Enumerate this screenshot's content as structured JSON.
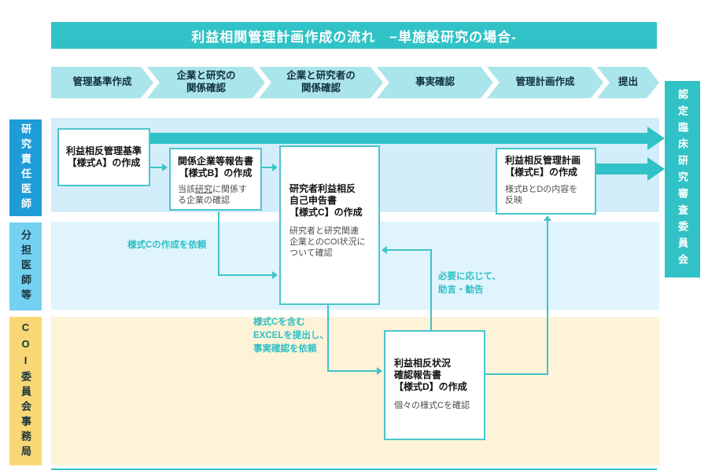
{
  "title": "利益相関管理計画作成の流れ　−単施設研究の場合-",
  "steps": [
    "管理基準作成",
    "企業と研究の\n関係確認",
    "企業と研究者の\n関係確認",
    "事実確認",
    "管理計画作成",
    "提出"
  ],
  "lanes": [
    {
      "label": "研究責任医師"
    },
    {
      "label": "分担医師等"
    },
    {
      "label": "COI委員会事務局"
    }
  ],
  "committee": {
    "label": "認定臨床研究審査委員会"
  },
  "boxes": {
    "a": {
      "title": "利益相反管理基準\n【様式A】の作成"
    },
    "b": {
      "title": "関係企業等報告書\n【様式B】の作成",
      "note_pre": "当該",
      "note_underlined": "研究",
      "note_post": "に関係す\nる企業の確認"
    },
    "c": {
      "title": "研究者利益相反\n自己申告書\n【様式C】の作成",
      "note": "研究者と研究関連\n企業とのCOI状況に\nついて確認"
    },
    "d": {
      "title": "利益相反状況\n確認報告書\n【様式D】の作成",
      "note": "個々の様式Cを確認"
    },
    "e": {
      "title": "利益相反管理計画\n【様式E】の作成",
      "note": "様式BとDの内容を\n反映"
    }
  },
  "annotations": {
    "request_c": "様式Cの作成を依頼",
    "submit_excel": "様式Cを含む\nEXCELを提出し、\n事実確認を依頼",
    "advice": "必要に応じて、\n助言・勧告"
  },
  "colors": {
    "teal": "#30c2c6",
    "line": "#3fc3c8",
    "chevron": "#a9e5ea",
    "chevron_text": "#122f3d",
    "band1": "#d4edfa",
    "band2": "#dff4fc",
    "band3": "#fcf3d8",
    "lane1": "#1e9cd8",
    "lane2": "#74d1f1",
    "lane3": "#f9d775",
    "box_border": "#4ac6cd",
    "annotation": "#2dbfc6",
    "note_text": "#4d4d4d"
  }
}
